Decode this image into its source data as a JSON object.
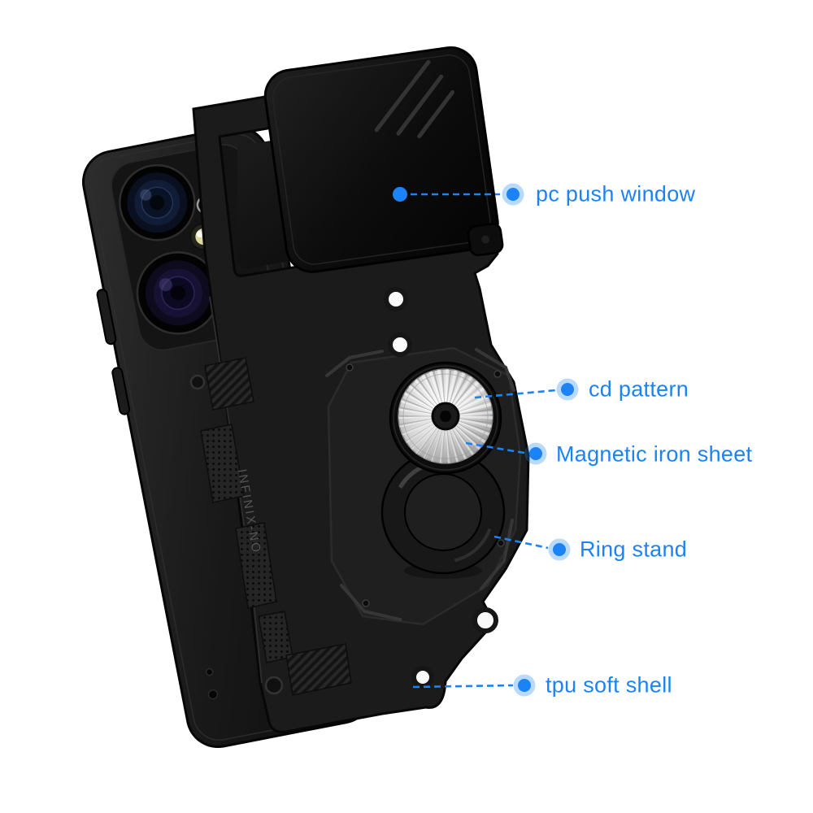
{
  "page": {
    "background_color": "#ffffff",
    "accent_color": "#1b83f5"
  },
  "product": {
    "name": "black armored phone case with slide camera cover, CD-pattern magnetic ring stand",
    "case_brand_text": "INFINIX-NO"
  },
  "annotations": [
    {
      "id": "pc-push-window",
      "label": "pc push window"
    },
    {
      "id": "cd-pattern",
      "label": "cd pattern"
    },
    {
      "id": "magnetic-iron-sheet",
      "label": "Magnetic iron sheet"
    },
    {
      "id": "ring-stand",
      "label": "Ring stand"
    },
    {
      "id": "tpu-soft-shell",
      "label": "tpu soft shell"
    }
  ]
}
